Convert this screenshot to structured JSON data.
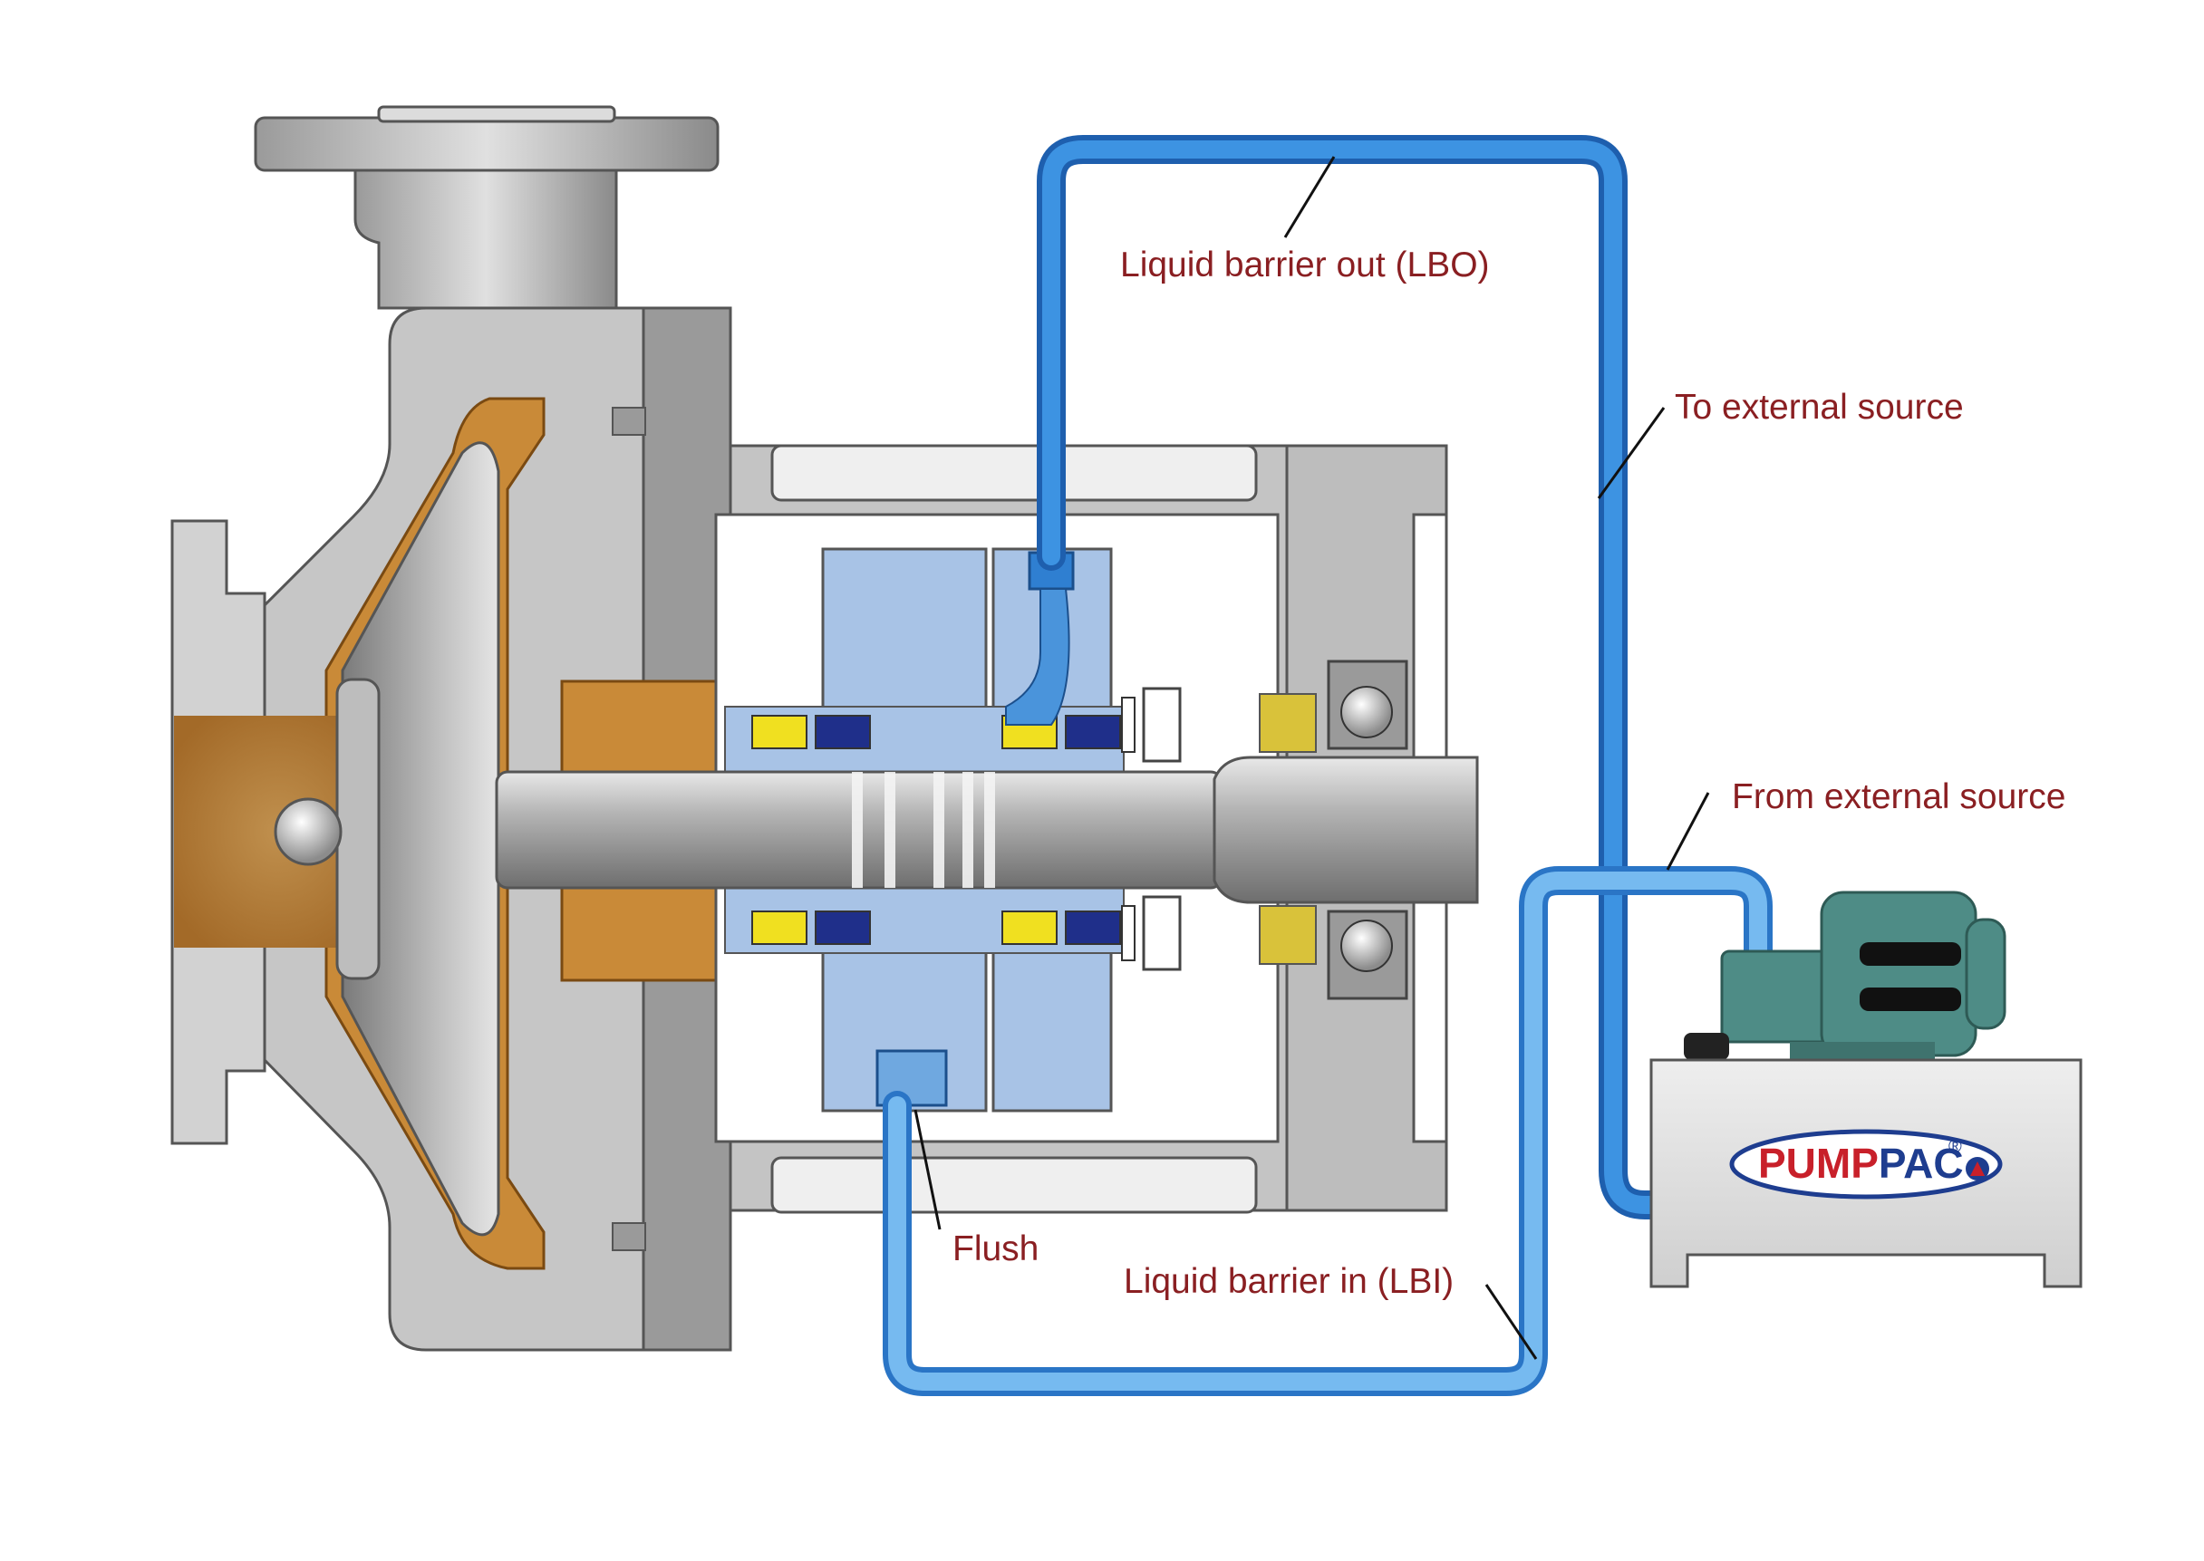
{
  "labels": {
    "lbo": "Liquid barrier out (LBO)",
    "to_external": "To external source",
    "from_external": "From external source",
    "flush": "Flush",
    "lbi": "Liquid barrier in (LBI)"
  },
  "logo": {
    "part1": "PUMP",
    "part2": "PAC",
    "mark": "®"
  },
  "colors": {
    "label_text": "#8a1f22",
    "barrier_pipe": "#2f7fd1",
    "flush_pipe": "#6fb4ea",
    "process_fluid": "#c88a3a",
    "seal_gland": "#a9c4e6",
    "casing": "#c9c9c9",
    "pump_motor": "#4e8c86",
    "logo_red": "#c8202a",
    "logo_blue": "#1e3d8f"
  }
}
